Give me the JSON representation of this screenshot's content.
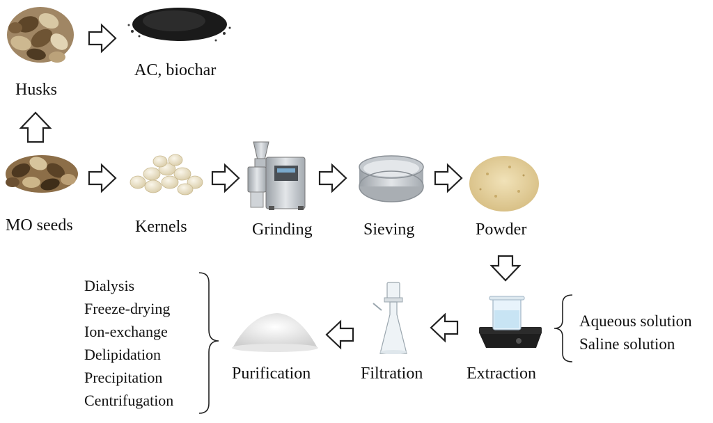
{
  "stages": {
    "husks": "Husks",
    "ac_biochar": "AC, biochar",
    "mo_seeds": "MO seeds",
    "kernels": "Kernels",
    "grinding": "Grinding",
    "sieving": "Sieving",
    "powder": "Powder",
    "extraction": "Extraction",
    "filtration": "Filtration",
    "purification": "Purification"
  },
  "extraction_methods": [
    "Aqueous solution",
    "Saline solution"
  ],
  "purification_methods": [
    "Dialysis",
    "Freeze-drying",
    "Ion-exchange",
    "Delipidation",
    "Precipitation",
    "Centrifugation"
  ],
  "colors": {
    "arrow_stroke": "#222222",
    "kernel": "#e9dfc4",
    "husk": "#6b5336",
    "powder": "#e8d5a0",
    "biochar": "#1a1a1a",
    "machine": "#c8ccd0"
  },
  "icons": [
    "arrow-right-icon",
    "arrow-up-icon",
    "arrow-down-icon",
    "arrow-left-icon"
  ]
}
